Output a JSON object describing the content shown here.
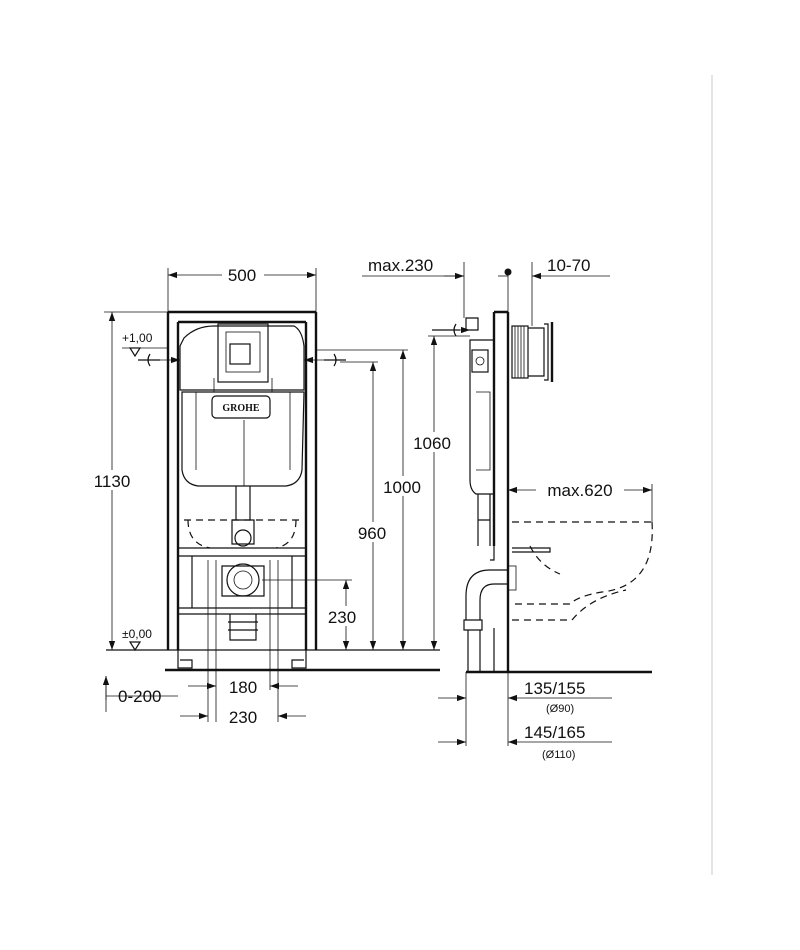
{
  "dimensions": {
    "width_500": "500",
    "height_1130": "1130",
    "height_1060": "1060",
    "height_1000": "1000",
    "height_960": "960",
    "height_230": "230",
    "level_top": "+1,00",
    "level_zero": "±0,00",
    "offset_0_200": "0-200",
    "spacing_180": "180",
    "spacing_230": "230",
    "max_230": "max.230",
    "range_10_70": "10-70",
    "max_620": "max.620",
    "depth_135_155": "135/155",
    "dia_90": "(Ø90)",
    "depth_145_165": "145/165",
    "dia_110": "(Ø110)"
  },
  "brand": {
    "logo_text": "GROHE"
  },
  "colors": {
    "line": "#111111",
    "separator": "#c8c8c8",
    "background": "#ffffff"
  }
}
